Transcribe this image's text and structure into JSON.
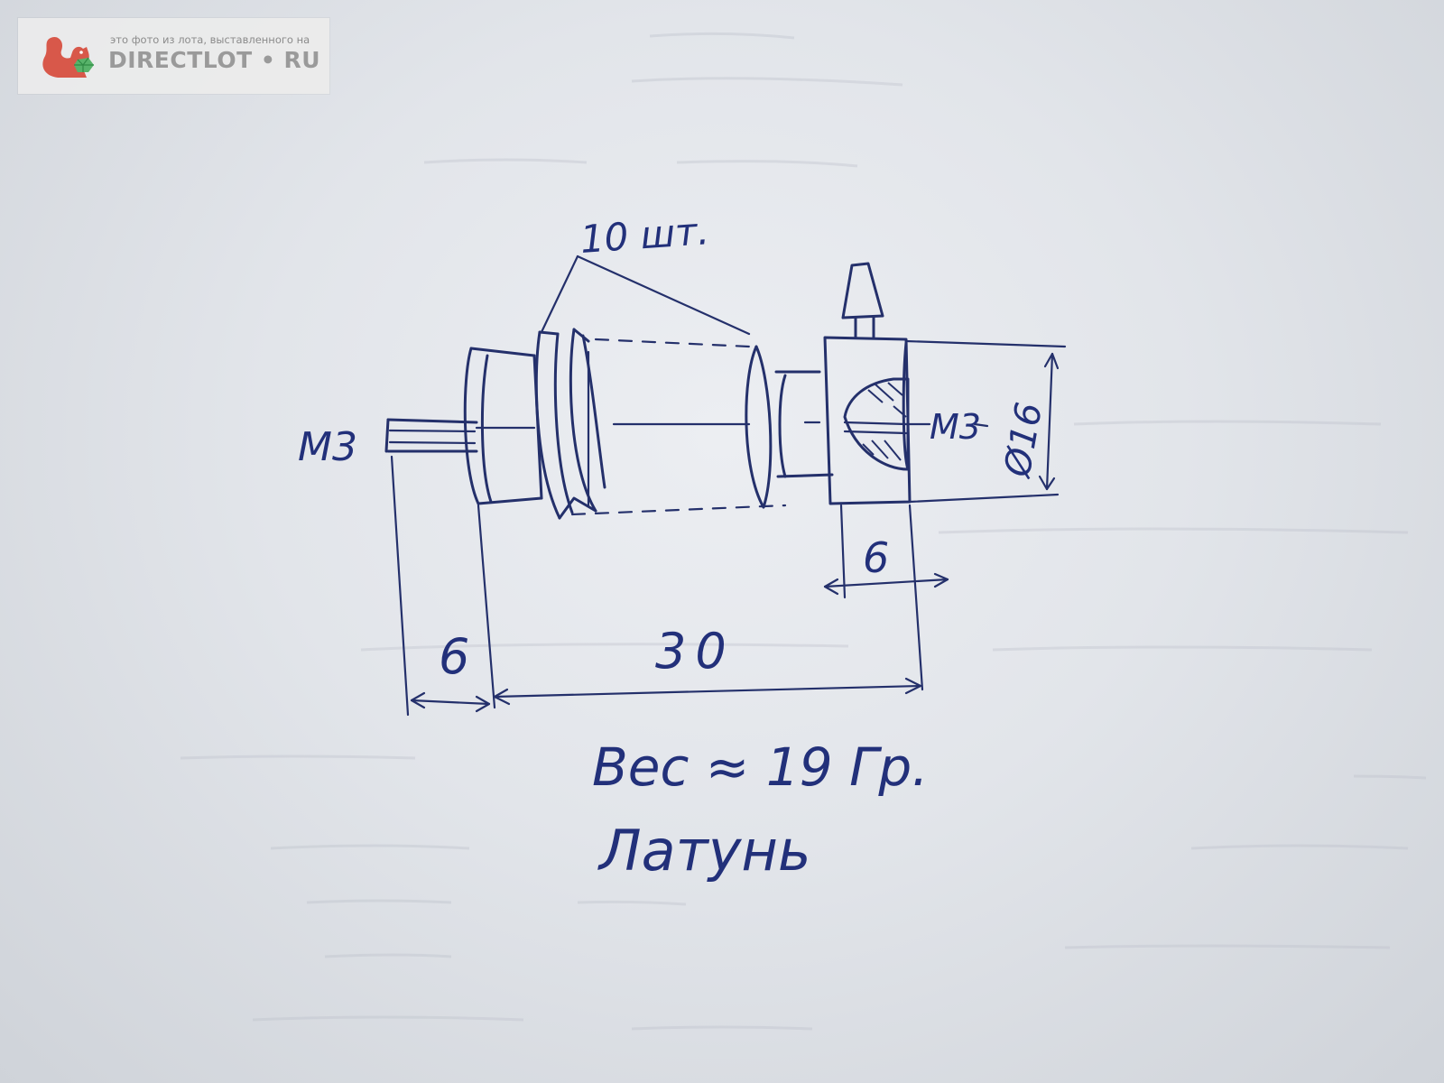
{
  "watermark": {
    "caption": "это фото из лота, выставленного на",
    "brand": "DIRECTLOT • RU",
    "logo_icon": "squirrel-logo-icon"
  },
  "drawing": {
    "ink_color": "#24306b",
    "paper_color": "#e6e8ec",
    "labels": {
      "thread_left": "M3",
      "thread_right": "M3",
      "quantity": "10 шт.",
      "diameter": "Ø16",
      "dim_left": "6",
      "dim_total": "30",
      "dim_right": "6",
      "weight": "Вес ≈ 19 Гр.",
      "material": "Латунь"
    }
  }
}
